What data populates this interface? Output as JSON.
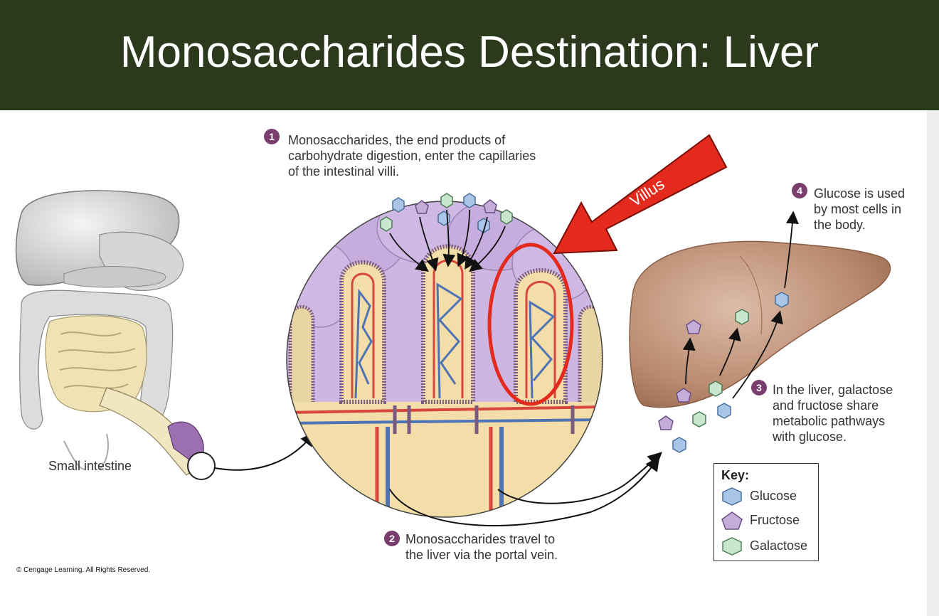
{
  "title": "Monosaccharides Destination: Liver",
  "steps": [
    {
      "number": "1",
      "lines": [
        "Monosaccharides, the end products of",
        "carbohydrate digestion, enter the capillaries",
        "of the intestinal villi."
      ]
    },
    {
      "number": "2",
      "lines": [
        "Monosaccharides travel to",
        "the liver via the portal vein."
      ]
    },
    {
      "number": "3",
      "lines": [
        "In the liver, galactose",
        "and fructose share",
        "metabolic pathways",
        "with glucose."
      ]
    },
    {
      "number": "4",
      "lines": [
        "Glucose is used",
        "by most cells in",
        "the body."
      ]
    }
  ],
  "labels": {
    "small_intestine": "Small intestine",
    "villus": "Villus"
  },
  "key": {
    "title": "Key:",
    "items": [
      {
        "name": "Glucose",
        "shape": "hexagon",
        "color": "#a9c6e8",
        "stroke": "#4a6f9c"
      },
      {
        "name": "Fructose",
        "shape": "pentagon",
        "color": "#c4aed9",
        "stroke": "#6b4d86"
      },
      {
        "name": "Galactose",
        "shape": "hexagon",
        "color": "#c9e6cf",
        "stroke": "#4c7d56"
      }
    ]
  },
  "colors": {
    "header": "#2d391d",
    "callout_red": "#e32a1d",
    "badge": "#7a3e6e",
    "liver": "#b98a6f",
    "villus_core": "#f3dda8",
    "cells": "#c9b2de",
    "artery": "#d8473c",
    "vein": "#4f74b6"
  },
  "copyright": "© Cengage Learning. All Rights Reserved."
}
